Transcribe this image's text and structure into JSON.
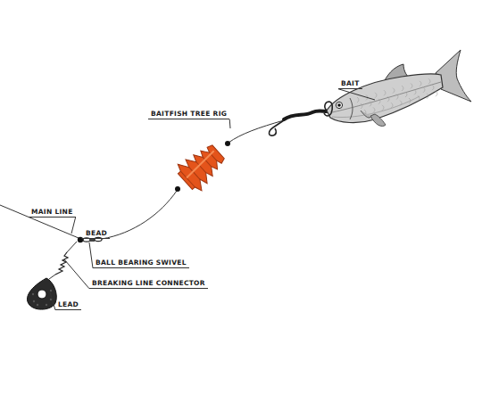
{
  "diagram": {
    "labels": [
      "BAIT",
      "BAITFISH TREE RIG",
      "MAIN LINE",
      "BEAD",
      "BALL BEARING SWIVEL",
      "BREAKING LINE CONNECTOR",
      "LEAD"
    ]
  }
}
